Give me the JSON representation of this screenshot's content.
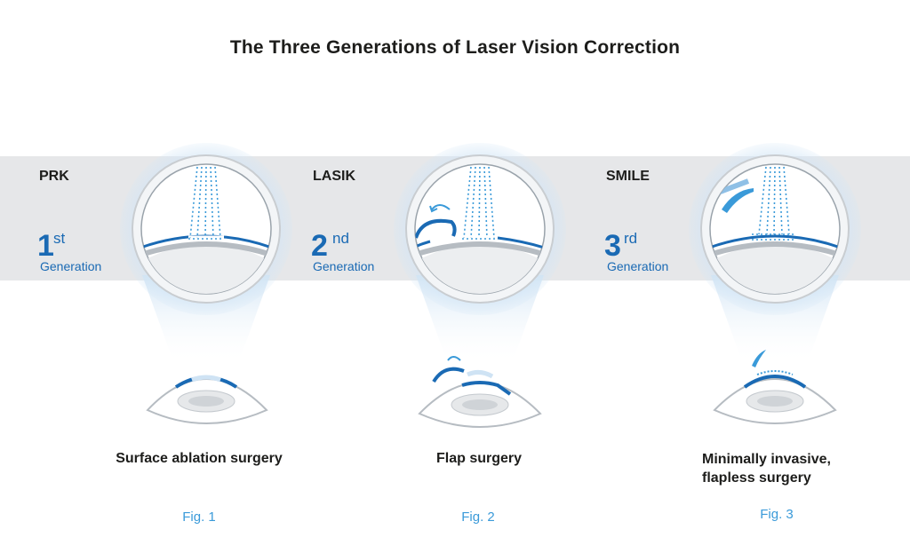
{
  "title": "The Three Generations of Laser Vision Correction",
  "procedures": [
    {
      "name": "PRK",
      "generation_number": "1",
      "generation_suffix": "st",
      "generation_word": "Generation",
      "caption": "Surface ablation surgery",
      "figure": "Fig. 1"
    },
    {
      "name": "LASIK",
      "generation_number": "2",
      "generation_suffix": "nd",
      "generation_word": "Generation",
      "caption": "Flap surgery",
      "figure": "Fig. 2"
    },
    {
      "name": "SMILE",
      "generation_number": "3",
      "generation_suffix": "rd",
      "generation_word": "Generation",
      "caption_line1": "Minimally invasive,",
      "caption_line2": "flapless surgery",
      "figure": "Fig. 3"
    }
  ],
  "colors": {
    "accent_blue": "#1a6ab4",
    "light_blue": "#3a9ad9",
    "band_gray": "#e6e7e9",
    "text_dark": "#1d1d1b"
  }
}
